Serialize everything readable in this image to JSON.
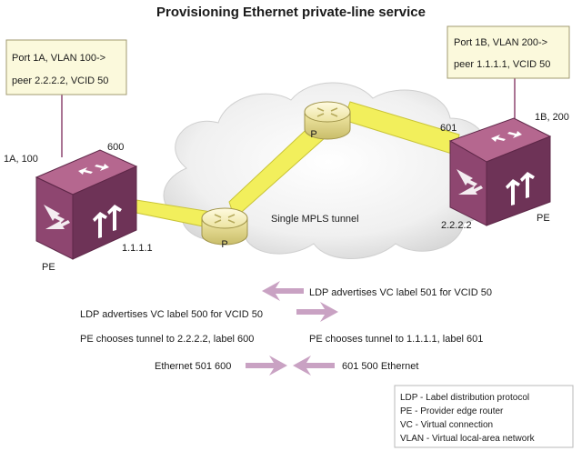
{
  "title": "Provisioning Ethernet private-line service",
  "pe_left": {
    "box_line1": "Port 1A, VLAN 100->",
    "box_line2": "peer 2.2.2.2, VCID 50",
    "port_label": "1A, 100",
    "tunnel_label": "600",
    "address": "1.1.1.1",
    "name": "PE"
  },
  "pe_right": {
    "box_line1": "Port 1B, VLAN 200->",
    "box_line2": "peer 1.1.1.1, VCID 50",
    "port_label": "1B, 200",
    "tunnel_label": "601",
    "address": "2.2.2.2",
    "name": "PE"
  },
  "p_routers": {
    "top": "P",
    "bottom": "P"
  },
  "tunnel_label": "Single MPLS tunnel",
  "messages": {
    "ldp_right": "LDP advertises VC label 501 for VCID 50",
    "ldp_left": "LDP advertises VC label 500 for VCID 50",
    "tunnel_left": "PE chooses tunnel to 2.2.2.2, label 600",
    "tunnel_right": "PE chooses tunnel to 1.1.1.1, label 601",
    "eth_left": "Ethernet 501 600",
    "eth_right": "601 500 Ethernet"
  },
  "legend": [
    "LDP - Label distribution protocol",
    "PE - Provider edge router",
    "VC - Virtual connection",
    "VLAN - Virtual local-area network"
  ],
  "colors": {
    "pe": "#8e4670",
    "pe_dark": "#5e2748",
    "tunnel": "#f2ef5c",
    "box": "#fbf9dc",
    "arrow": "#c9a2c3",
    "p_router": "#f4efb0"
  }
}
